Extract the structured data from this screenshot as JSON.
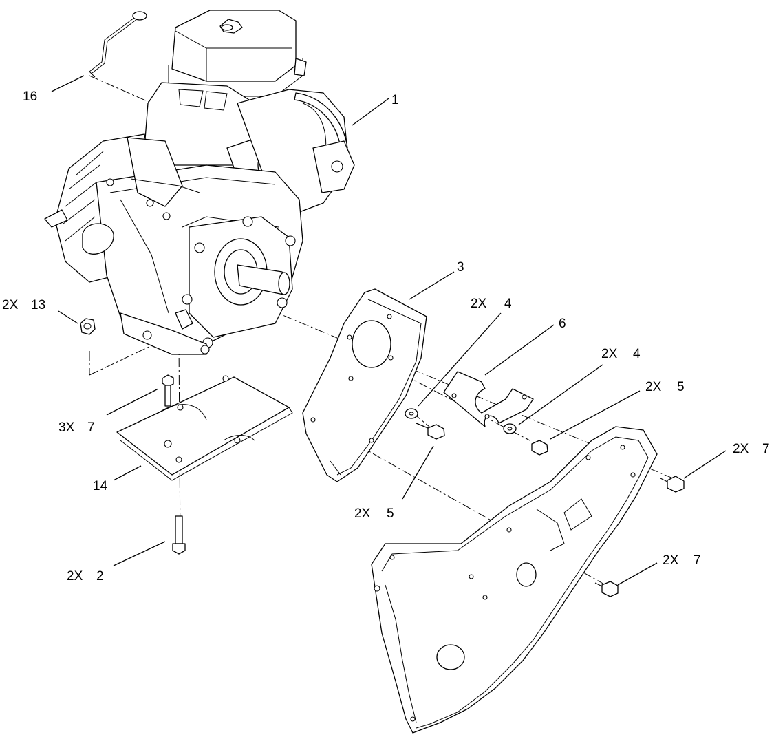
{
  "callouts": [
    {
      "id": "16",
      "qty": "",
      "part": "16"
    },
    {
      "id": "1",
      "qty": "",
      "part": "1"
    },
    {
      "id": "3",
      "qty": "",
      "part": "3"
    },
    {
      "id": "4a",
      "qty": "2X",
      "part": "4"
    },
    {
      "id": "6",
      "qty": "",
      "part": "6"
    },
    {
      "id": "4b",
      "qty": "2X",
      "part": "4"
    },
    {
      "id": "5a",
      "qty": "2X",
      "part": "5"
    },
    {
      "id": "13",
      "qty": "2X",
      "part": "13"
    },
    {
      "id": "7a",
      "qty": "3X",
      "part": "7"
    },
    {
      "id": "14",
      "qty": "",
      "part": "14"
    },
    {
      "id": "5b",
      "qty": "2X",
      "part": "5"
    },
    {
      "id": "7b",
      "qty": "2X",
      "part": "7"
    },
    {
      "id": "2",
      "qty": "2X",
      "part": "2"
    },
    {
      "id": "7c",
      "qty": "2X",
      "part": "7"
    }
  ]
}
